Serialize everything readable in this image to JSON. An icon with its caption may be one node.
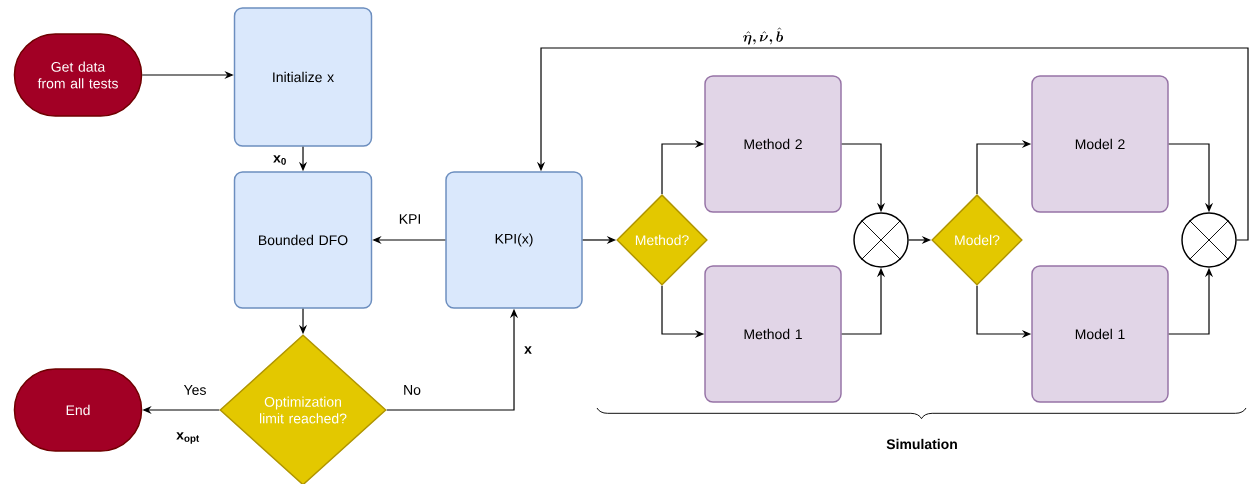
{
  "diagram": {
    "nodes": [
      {
        "text": [
          "Get data from all tests"
        ]
      },
      {
        "text": [
          "Initialize x"
        ]
      },
      {
        "text": [
          "Bounded DFO"
        ]
      },
      {
        "text": [
          "KPI(x)"
        ]
      },
      {
        "text": [
          "Method?"
        ]
      },
      {
        "text": [
          "Method 2"
        ]
      },
      {
        "text": [
          "Method 1"
        ]
      },
      {
        "text": [],
        "shape": "circle"
      },
      {
        "text": [
          "Model?"
        ]
      },
      {
        "text": [
          "Model 2"
        ]
      },
      {
        "text": [
          "Model 1"
        ]
      },
      {
        "text": [],
        "shape": "circle"
      },
      {
        "text": [
          "Optimization limit reached?"
        ]
      },
      {
        "text": [
          "End"
        ]
      }
    ],
    "edges": [
      {
        "from": 0,
        "to": 1,
        "arrow": "to"
      },
      {
        "from": 1,
        "to": 2,
        "arrow": "to",
        "label": "\\mathbf{x_0}"
      },
      {
        "from": 2,
        "to": 12,
        "arrow": "to"
      },
      {
        "from": 3,
        "to": 2,
        "arrow": "to",
        "label": "KPI"
      },
      {
        "from": 12,
        "to": 13,
        "arrow": "to",
        "label": "Yes"
      },
      {
        "from": 12,
        "to": 3,
        "arrow": "to",
        "label": "No"
      },
      {
        "from": 3,
        "to": 4,
        "arrow": "to"
      },
      {
        "from": 4,
        "to": 5,
        "arrow": "to"
      },
      {
        "from": 4,
        "to": 6,
        "arrow": "to"
      },
      {
        "from": 5,
        "to": 7,
        "arrow": "to"
      },
      {
        "from": 6,
        "to": 7,
        "arrow": "to"
      },
      {
        "from": 7,
        "to": 8,
        "arrow": "to"
      },
      {
        "from": 8,
        "to": 9,
        "arrow": "to"
      },
      {
        "from": 8,
        "to": 10,
        "arrow": "to"
      },
      {
        "from": 9,
        "to": 11,
        "arrow": "to"
      },
      {
        "from": 10,
        "to": 11,
        "arrow": "to"
      },
      {
        "from": 11,
        "to": 3,
        "arrow": "to",
        "label": "\\boldsymbol{\\hat{\\eta}, \\hat{\\nu}, \\hat{b}}"
      }
    ],
    "labels": [
      "\\mathbf{x_{opt}}",
      "\\mathbf{x}",
      "Simulation"
    ]
  }
}
